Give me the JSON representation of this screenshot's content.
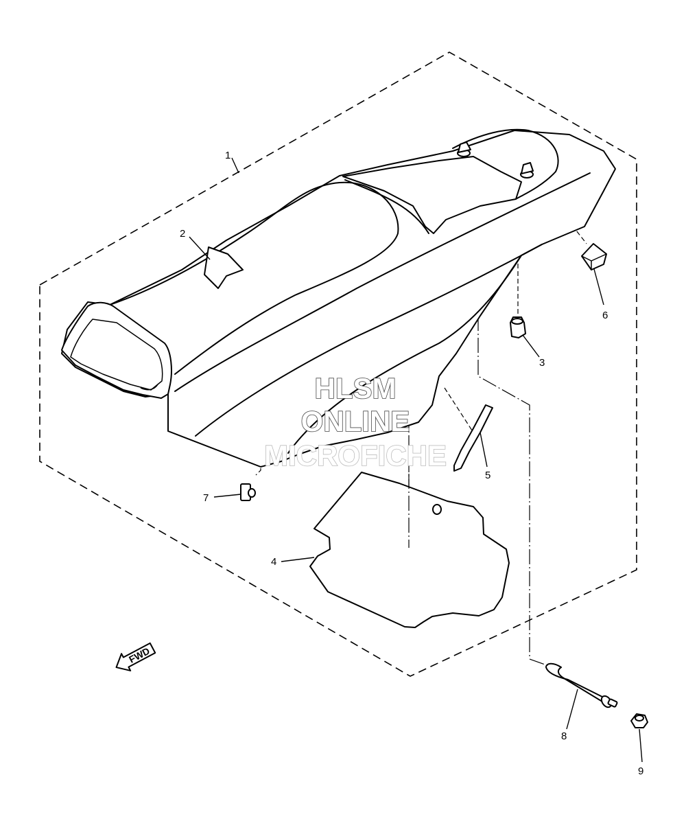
{
  "diagram": {
    "callouts": [
      {
        "id": "1",
        "label": "1"
      },
      {
        "id": "2",
        "label": "2"
      },
      {
        "id": "3",
        "label": "3"
      },
      {
        "id": "4",
        "label": "4"
      },
      {
        "id": "5",
        "label": "5"
      },
      {
        "id": "6",
        "label": "6"
      },
      {
        "id": "7",
        "label": "7"
      },
      {
        "id": "8",
        "label": "8"
      },
      {
        "id": "9",
        "label": "9"
      }
    ],
    "fwd_label": "FWD"
  },
  "watermark": {
    "line1": "HLSM",
    "line2": "ONLINE",
    "line3": "MICROFICHE"
  }
}
